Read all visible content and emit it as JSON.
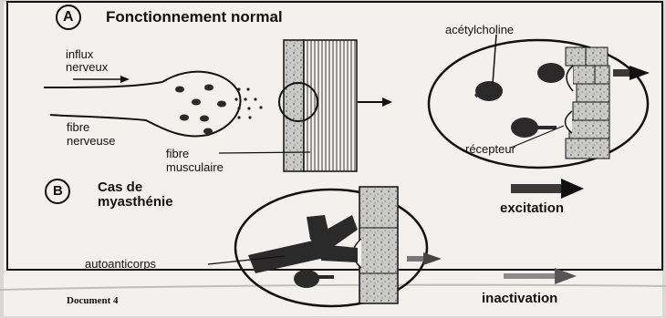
{
  "colors": {
    "paper": "#f2f1ee",
    "ink": "#111111",
    "grey": "#8a8a8a",
    "dark": "#2a2a2a",
    "speckle": "#b8b8b8"
  },
  "section_a": {
    "letter": "A",
    "title": "Fonctionnement normal",
    "influx_1": "influx",
    "influx_2": "nerveux",
    "fibre_nerveuse_1": "fibre",
    "fibre_nerveuse_2": "nerveuse",
    "fibre_musculaire_1": "fibre",
    "fibre_musculaire_2": "musculaire",
    "acetylcholine": "acétylcholine",
    "recepteur": "récepteur"
  },
  "section_b": {
    "letter": "B",
    "title_1": "Cas de",
    "title_2": "myasthénie",
    "autoanticorps": "autoanticorps"
  },
  "legend": {
    "excitation": "excitation",
    "inactivation": "inactivation"
  },
  "caption": "Document 4"
}
